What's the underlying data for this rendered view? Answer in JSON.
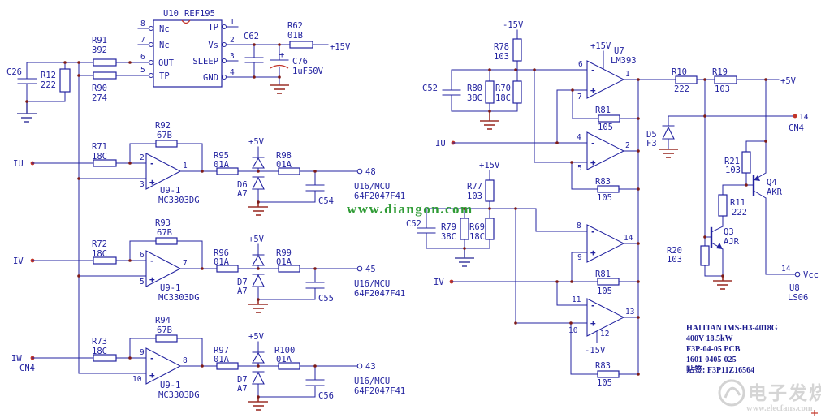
{
  "labels": {
    "c26": "C26",
    "r12": "R12",
    "v222": "222",
    "r91": "R91",
    "v392": "392",
    "r90": "R90",
    "v274": "274",
    "u10": "U10",
    "ref195": "REF195",
    "nc": "Nc",
    "out": "OUT",
    "tp": "TP",
    "vs": "Vs",
    "sleep": "SLEEP",
    "gnd": "GND",
    "c62": "C62",
    "r62": "R62",
    "v01b": "01B",
    "c76": "C76",
    "c76_val": "1uF50V",
    "plus": "+",
    "minus": "-",
    "p15": "+15V",
    "n15": "-15V",
    "p5": "+5V",
    "iu": "IU",
    "iv": "IV",
    "iw": "IW",
    "cn4": "CN4",
    "r71": "R71",
    "r72": "R72",
    "r73": "R73",
    "v18c": "18C",
    "r92": "R92",
    "r93": "R93",
    "r94": "R94",
    "v67b": "67B",
    "u9": "U9-1",
    "u9_part": "MC3303DG",
    "r95": "R95",
    "r96": "R96",
    "r97": "R97",
    "r98": "R98",
    "r99": "R99",
    "r100": "R100",
    "v01a": "01A",
    "d6": "D6",
    "d7": "D7",
    "a7": "A7",
    "c54": "C54",
    "c55": "C55",
    "c56": "C56",
    "t48": "48",
    "t45": "45",
    "t43": "43",
    "mcu": "U16/MCU",
    "mcu_part": "64F2047F41",
    "r78": "R78",
    "v103": "103",
    "c52": "C52",
    "r80": "R80",
    "v38c": "38C",
    "r70": "R70",
    "u7": "U7",
    "u7_part": "LM393",
    "r81": "R81",
    "r83": "R83",
    "v105": "105",
    "r77": "R77",
    "r79": "R79",
    "r69": "R69",
    "r10": "R10",
    "r19": "R19",
    "r21": "R21",
    "r11": "R11",
    "r20": "R20",
    "d5": "D5",
    "f3": "F3",
    "q4": "Q4",
    "akr": "AKR",
    "q3": "Q3",
    "ajr": "AJR",
    "t14": "14",
    "vcc": "Vcc",
    "u8": "U8",
    "u8_part": "LS06"
  },
  "pn": {
    "1": "1",
    "2": "2",
    "3": "3",
    "4": "4",
    "5": "5",
    "6": "6",
    "7": "7",
    "8": "8",
    "9": "9",
    "10": "10",
    "11": "11",
    "12": "12",
    "13": "13",
    "14": "14"
  },
  "title_block": {
    "lines": [
      "HAITIAN IMS-H3-4018G",
      "400V 18.5kW",
      "F3P-04-05 PCB",
      "1601-0405-025",
      "贴签: F3P11Z16564"
    ]
  },
  "watermarks": {
    "center": "www.diangon.com",
    "logo_text": "电子发烧友",
    "logo_url": "www.elecfans.com",
    "corner_mark": "+"
  }
}
